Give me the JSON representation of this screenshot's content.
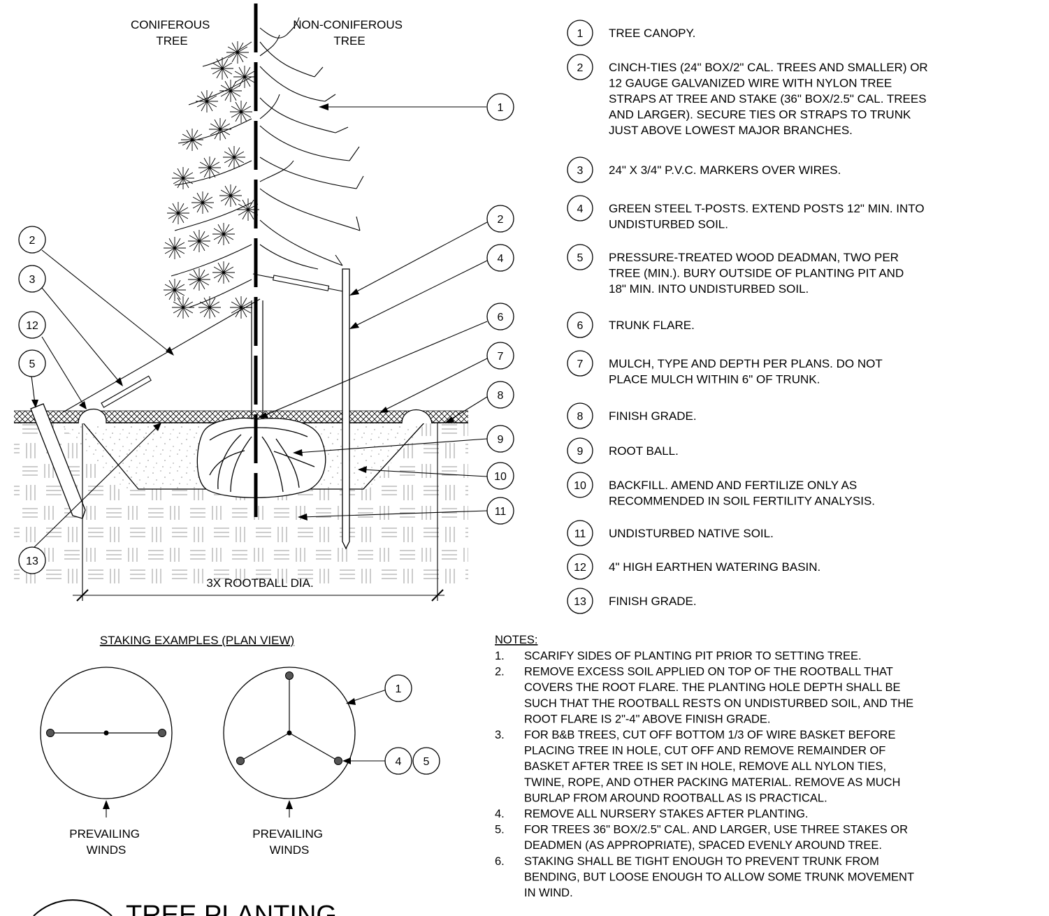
{
  "diagram": {
    "tree_labels": {
      "coniferous": [
        "CONIFEROUS",
        "TREE"
      ],
      "non_coniferous": [
        "NON-CONIFEROUS",
        "TREE"
      ]
    },
    "dimension_label": "3X ROOTBALL DIA.",
    "staking_title": "STAKING EXAMPLES (PLAN VIEW)",
    "prevailing_winds": [
      "PREVAILING",
      "WINDS"
    ],
    "title": "TREE PLANTING",
    "callout_numbers": {
      "canopy": "1",
      "tie_right": "2",
      "tie_left": "2",
      "marker": "3",
      "post": "4",
      "flare": "6",
      "mulch": "7",
      "finish_grade": "8",
      "root_ball": "9",
      "backfill": "10",
      "native_soil": "11",
      "basin": "12",
      "deadman": "5",
      "grade_left": "13",
      "plan_tree": "1",
      "plan_post": "4",
      "plan_deadman": "5"
    }
  },
  "legend": [
    {
      "num": "1",
      "lines": [
        "TREE CANOPY."
      ]
    },
    {
      "num": "2",
      "lines": [
        "CINCH-TIES (24\" BOX/2\" CAL. TREES AND SMALLER) OR",
        "12 GAUGE GALVANIZED WIRE WITH NYLON TREE",
        "STRAPS AT TREE AND STAKE (36\" BOX/2.5\" CAL. TREES",
        "AND LARGER).  SECURE TIES OR STRAPS TO TRUNK",
        "JUST ABOVE LOWEST MAJOR BRANCHES."
      ]
    },
    {
      "num": "3",
      "lines": [
        "24\" X 3/4\" P.V.C. MARKERS OVER WIRES."
      ]
    },
    {
      "num": "4",
      "lines": [
        "GREEN STEEL T-POSTS.  EXTEND POSTS 12\" MIN. INTO",
        "UNDISTURBED SOIL."
      ]
    },
    {
      "num": "5",
      "lines": [
        "PRESSURE-TREATED WOOD DEADMAN, TWO PER",
        "TREE (MIN.).  BURY OUTSIDE OF PLANTING PIT AND",
        "18\" MIN. INTO UNDISTURBED SOIL."
      ]
    },
    {
      "num": "6",
      "lines": [
        "TRUNK FLARE."
      ]
    },
    {
      "num": "7",
      "lines": [
        "MULCH, TYPE AND DEPTH PER PLANS.  DO NOT",
        "PLACE MULCH WITHIN 6\" OF TRUNK."
      ]
    },
    {
      "num": "8",
      "lines": [
        "FINISH GRADE."
      ]
    },
    {
      "num": "9",
      "lines": [
        "ROOT BALL."
      ]
    },
    {
      "num": "10",
      "lines": [
        "BACKFILL.  AMEND AND FERTILIZE ONLY AS",
        "RECOMMENDED IN SOIL FERTILITY ANALYSIS."
      ]
    },
    {
      "num": "11",
      "lines": [
        "UNDISTURBED NATIVE SOIL."
      ]
    },
    {
      "num": "12",
      "lines": [
        "4\" HIGH EARTHEN WATERING BASIN."
      ]
    },
    {
      "num": "13",
      "lines": [
        "FINISH GRADE."
      ]
    }
  ],
  "notes": {
    "heading": "NOTES:",
    "items": [
      {
        "num": "1.",
        "lines": [
          "SCARIFY SIDES OF PLANTING PIT PRIOR TO SETTING TREE."
        ]
      },
      {
        "num": "2.",
        "lines": [
          "REMOVE EXCESS SOIL APPLIED ON TOP OF THE ROOTBALL THAT",
          "COVERS THE ROOT FLARE.  THE PLANTING HOLE DEPTH SHALL BE",
          "SUCH THAT THE ROOTBALL RESTS ON UNDISTURBED SOIL, AND THE",
          "ROOT FLARE IS 2\"-4\" ABOVE FINISH GRADE."
        ]
      },
      {
        "num": "3.",
        "lines": [
          "FOR B&B TREES, CUT OFF BOTTOM 1/3 OF WIRE BASKET BEFORE",
          "PLACING TREE IN HOLE, CUT OFF AND REMOVE REMAINDER OF",
          "BASKET AFTER TREE IS SET IN HOLE,  REMOVE ALL NYLON TIES,",
          "TWINE, ROPE, AND OTHER PACKING MATERIAL.  REMOVE AS MUCH",
          "BURLAP FROM AROUND ROOTBALL AS IS PRACTICAL."
        ]
      },
      {
        "num": "4.",
        "lines": [
          "REMOVE ALL NURSERY STAKES AFTER PLANTING."
        ]
      },
      {
        "num": "5.",
        "lines": [
          "FOR TREES 36\" BOX/2.5\" CAL. AND LARGER, USE THREE STAKES OR",
          "DEADMEN (AS APPROPRIATE), SPACED EVENLY AROUND TREE."
        ]
      },
      {
        "num": "6.",
        "lines": [
          "STAKING SHALL BE TIGHT ENOUGH TO PREVENT TRUNK FROM",
          "BENDING, BUT LOOSE ENOUGH TO ALLOW SOME TRUNK MOVEMENT",
          "IN WIND."
        ]
      }
    ]
  }
}
